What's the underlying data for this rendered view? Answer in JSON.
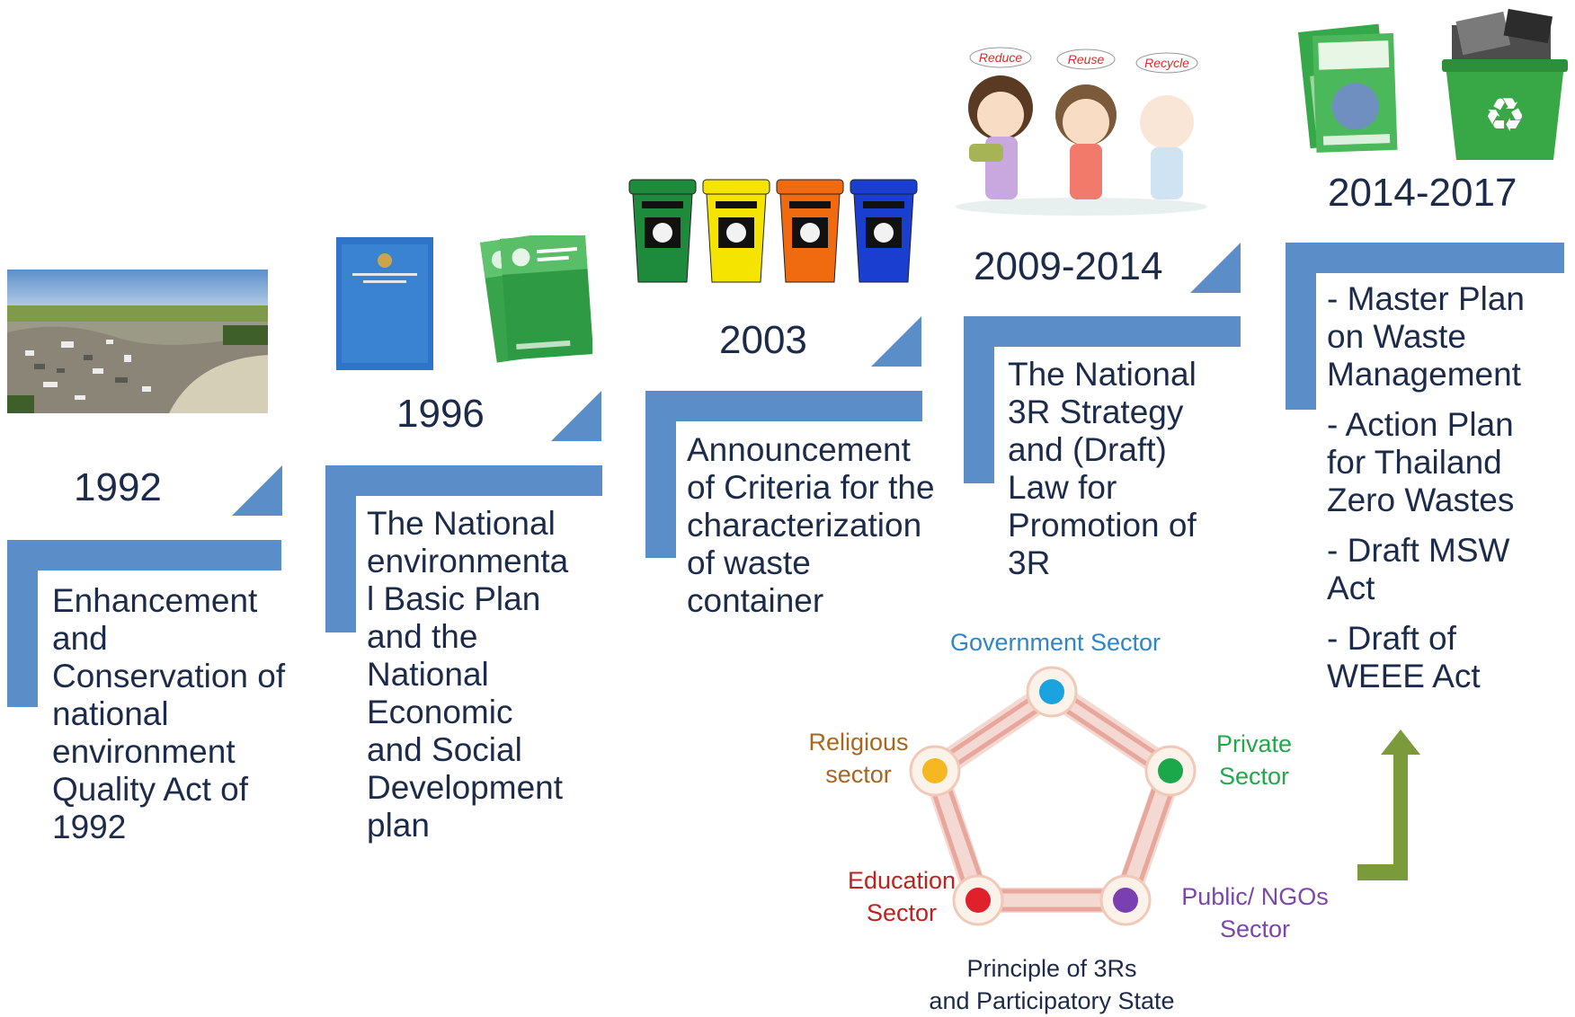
{
  "timeline": [
    {
      "year": "1992",
      "image": "landfill-photo",
      "text": "Enhancement\nand\nConservation of\nnational\nenvironment\nQuality Act of\n1992"
    },
    {
      "year": "1996",
      "image": "plan-booklets",
      "text": "The National\nenvironmenta\nl Basic Plan\nand  the\nNational\nEconomic\nand Social\nDevelopment\nplan"
    },
    {
      "year": "2003",
      "image": "waste-bins",
      "text": "Announcement\nof Criteria for the\ncharacterization\nof waste\ncontainer"
    },
    {
      "year": "2009-2014",
      "image": "3r-kids-illustration",
      "kid_labels": [
        "Reduce",
        "Reuse",
        "Recycle"
      ],
      "text": "The National\n3R Strategy\nand (Draft)\nLaw for\nPromotion of\n3R"
    },
    {
      "year": "2014-2017",
      "image": "plan-covers-and-recycle-bin",
      "bullets": [
        "- Master Plan\non Waste\nManagement",
        "- Action Plan\nfor Thailand\nZero Wastes",
        "- Draft MSW\nAct",
        "- Draft  of\nWEEE Act"
      ]
    }
  ],
  "pentagon": {
    "nodes": [
      {
        "label": "Government Sector",
        "color": "#1ba3e0",
        "text_color": "#2e86c8"
      },
      {
        "label": "Private\nSector",
        "color": "#1aa84b",
        "text_color": "#21a84a"
      },
      {
        "label": "Public/ NGOs\nSector",
        "color": "#7a3fb0",
        "text_color": "#7b47ad"
      },
      {
        "label": "Education\nSector",
        "color": "#e0202a",
        "text_color": "#c0201e"
      },
      {
        "label": "Religious\nsector",
        "color": "#f6b820",
        "text_color": "#a8661e"
      }
    ],
    "caption": "Principle of 3Rs\nand Participatory State"
  },
  "colors": {
    "timeline_bar": "#5b8ec9",
    "arrow": "#7b9a3a",
    "pentagon_edge": "#e7a79c"
  },
  "bins": [
    {
      "color": "#1e8a3c"
    },
    {
      "color": "#f5e400"
    },
    {
      "color": "#f06a10"
    },
    {
      "color": "#1a3fd0"
    }
  ]
}
